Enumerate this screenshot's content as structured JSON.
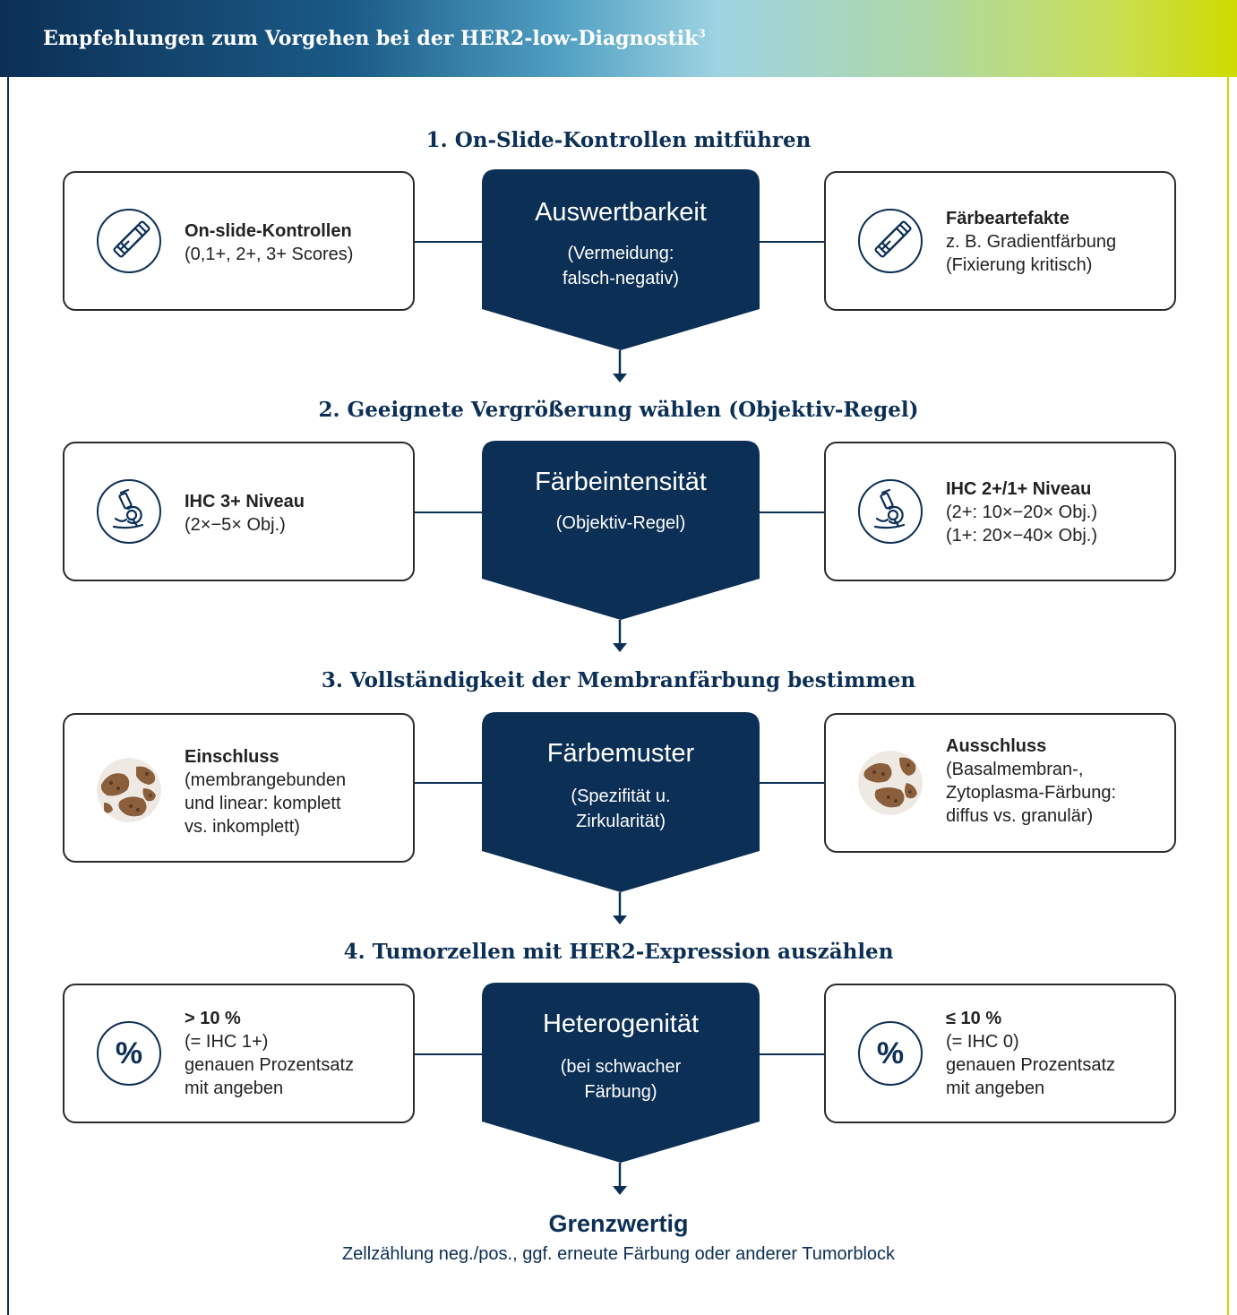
{
  "header": {
    "title": "Empfehlungen zum Vorgehen bei der HER2-low-Diagnostik",
    "footnote": "3"
  },
  "steps": [
    {
      "title": "1. On-Slide-Kontrollen mitführen",
      "center": {
        "title": "Auswertbarkeit",
        "sub1": "(Vermeidung:",
        "sub2": "falsch-negativ)"
      },
      "left": {
        "icon": "slides-icon",
        "bold": "On-slide-Kontrollen",
        "lines": [
          "(0,1+, 2+, 3+ Scores)"
        ]
      },
      "right": {
        "icon": "slides-icon",
        "bold": "Färbeartefakte",
        "lines": [
          "z. B. Gradientfärbung",
          "(Fixierung kritisch)"
        ]
      }
    },
    {
      "title": "2. Geeignete Vergrößerung wählen (Objektiv-Regel)",
      "center": {
        "title": "Färbeintensität",
        "sub1": "(Objektiv-Regel)",
        "sub2": ""
      },
      "left": {
        "icon": "microscope-icon",
        "bold": "IHC 3+ Niveau",
        "lines": [
          "(2×−5× Obj.)"
        ]
      },
      "right": {
        "icon": "microscope-icon",
        "bold": "IHC 2+/1+ Niveau",
        "lines": [
          "(2+: 10×−20× Obj.)",
          "(1+: 20×−40× Obj.)"
        ]
      }
    },
    {
      "title": "3. Vollständigkeit der Membranfärbung bestimmen",
      "center": {
        "title": "Färbemuster",
        "sub1": "(Spezifität u.",
        "sub2": "Zirkularität)"
      },
      "left": {
        "icon": "tissue-image-icon",
        "bold": "Einschluss",
        "lines": [
          "(membrangebunden",
          "und linear: komplett",
          "vs. inkomplett)"
        ]
      },
      "right": {
        "icon": "tissue-image-icon",
        "bold": "Ausschluss",
        "lines": [
          "(Basalmembran-,",
          "Zytoplasma-Färbung:",
          "diffus vs. granulär)"
        ]
      }
    },
    {
      "title": "4. Tumorzellen mit HER2-Expression auszählen",
      "center": {
        "title": "Heterogenität",
        "sub1": "(bei schwacher",
        "sub2": "Färbung)"
      },
      "left": {
        "icon": "percent-icon",
        "icon_text": "%",
        "bold": "> 10 %",
        "lines": [
          "(= IHC 1+)",
          "genauen Prozentsatz",
          "mit angeben"
        ]
      },
      "right": {
        "icon": "percent-icon",
        "icon_text": "%",
        "bold": "≤ 10 %",
        "lines": [
          "(= IHC 0)",
          "genauen Prozentsatz",
          "mit angeben"
        ]
      }
    }
  ],
  "final": {
    "title": "Grenzwertig",
    "subtitle": "Zellzählung neg./pos., ggf. erneute Färbung oder anderer Tumorblock"
  },
  "colors": {
    "navy": "#0c2f55",
    "lime": "#cfdb00"
  }
}
